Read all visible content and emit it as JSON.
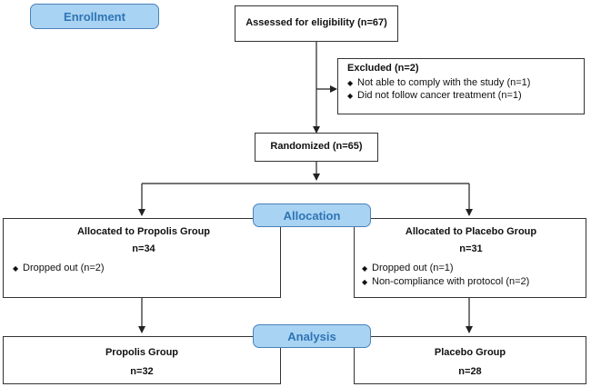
{
  "stages": {
    "enrollment": "Enrollment",
    "allocation": "Allocation",
    "analysis": "Analysis"
  },
  "assessed": "Assessed for eligibility (n=67)",
  "excluded": {
    "title": "Excluded (n=2)",
    "items": [
      "Not able to comply with the study (n=1)",
      "Did not follow cancer treatment (n=1)"
    ]
  },
  "randomized": "Randomized (n=65)",
  "allocation": {
    "propolis": {
      "title": "Allocated to Propolis Group",
      "n": "n=34",
      "items": [
        "Dropped out (n=2)"
      ]
    },
    "placebo": {
      "title": "Allocated to Placebo Group",
      "n": "n=31",
      "items": [
        "Dropped out (n=1)",
        "Non-compliance with protocol (n=2)"
      ]
    }
  },
  "analysis": {
    "propolis": {
      "title": "Propolis Group",
      "n": "n=32"
    },
    "placebo": {
      "title": "Placebo Group",
      "n": "n=28"
    }
  },
  "colors": {
    "stage_fill": "#a9d3f3",
    "stage_border": "#4a81b8",
    "stage_text": "#2e74b5",
    "box_border": "#333333"
  }
}
